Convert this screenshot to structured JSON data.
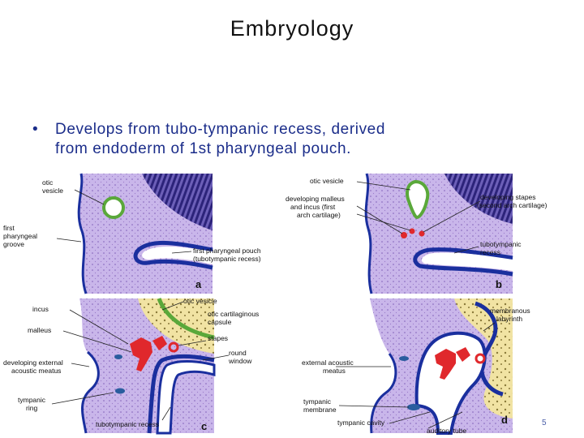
{
  "slide": {
    "title": "Embryology",
    "bullet_symbol": "•",
    "bullet_line1": "Develops from tubo-tympanic recess, derived",
    "bullet_line2": "from endoderm of 1st pharyngeal pouch.",
    "page_number": "5"
  },
  "figure": {
    "panel_a": {
      "letter": "a",
      "labels": {
        "otic_vesicle_1": "otic",
        "otic_vesicle_2": "vesicle",
        "groove_1": "first",
        "groove_2": "pharyngeal",
        "groove_3": "groove",
        "pouch_1": "first pharyngeal pouch",
        "pouch_2": "(tubotympanic recess)"
      }
    },
    "panel_b": {
      "letter": "b",
      "labels": {
        "otic_vesicle": "otic vesicle",
        "malleus_1": "developing malleus",
        "malleus_2": "and incus (first",
        "malleus_3": "arch cartilage)",
        "stapes_1": "developing stapes",
        "stapes_2": "(second arch cartilage)",
        "recess_1": "tubotympanic",
        "recess_2": "recess"
      }
    },
    "panel_c": {
      "letter": "c",
      "labels": {
        "incus": "incus",
        "malleus": "malleus",
        "meatus_1": "developing external",
        "meatus_2": "acoustic meatus",
        "ring_1": "tympanic",
        "ring_2": "ring",
        "otic_vesicle": "otic vesicle",
        "capsule_1": "otic cartilaginous",
        "capsule_2": "capsule",
        "stapes": "stapes",
        "round_window_1": "round",
        "round_window_2": "window",
        "recess": "tubotympanic recess"
      }
    },
    "panel_d": {
      "letter": "d",
      "labels": {
        "labyrinth_1": "membranous",
        "labyrinth_2": "labyrinth",
        "meatus_1": "external acoustic",
        "meatus_2": "meatus",
        "membrane_1": "tympanic",
        "membrane_2": "membrane",
        "cavity": "tympanic cavity",
        "auditory_tube": "auditory tube"
      }
    },
    "colors": {
      "tissue": "#c9b6ea",
      "tissue_dark": "#b9a2e2",
      "epithelium": "#1a2f9e",
      "cartilage": "#f1e3a3",
      "ossicle": "#e0282c",
      "otic": "#5aa83a",
      "stripes": "#2c237a"
    }
  }
}
